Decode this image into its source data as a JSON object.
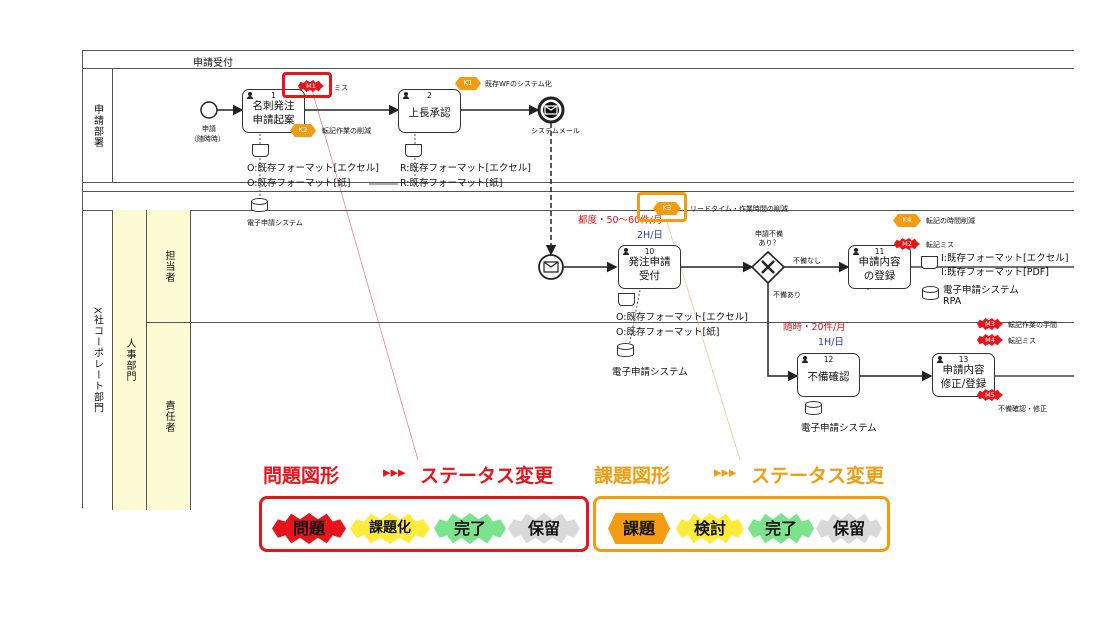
{
  "diagram": {
    "header_title": "申請受付",
    "lanes": {
      "applicant_dept": "申請部署",
      "company": "X社コーポレート部門",
      "hr_dept": "人事部門",
      "staff": "担当者",
      "manager": "責任者"
    },
    "start_event": {
      "label": "申請",
      "sublabel": "（随時時）"
    },
    "tasks": [
      {
        "num": "1",
        "line1": "名刺発注",
        "line2": "申請起案"
      },
      {
        "num": "2",
        "line1": "上長承認",
        "line2": ""
      },
      {
        "num": "10",
        "line1": "発注申請",
        "line2": "受付"
      },
      {
        "num": "11",
        "line1": "申請内容",
        "line2": "の登録"
      },
      {
        "num": "12",
        "line1": "不備確認",
        "line2": ""
      },
      {
        "num": "13",
        "line1": "申請内容",
        "line2": "修正/登録"
      }
    ],
    "message_event_label": "システムメール",
    "docs": {
      "t1_doc1": "O:既存フォーマット[エクセル]",
      "t1_doc2": "O:既存フォーマット[紙]",
      "t1_system": "電子申請システム",
      "t2_doc1": "R:既存フォーマット[エクセル]",
      "t2_doc2": "R:既存フォーマット[紙]",
      "t10_doc1": "O:既存フォーマット[エクセル]",
      "t10_doc2": "O:既存フォーマット[紙]",
      "t10_system": "電子申請システム",
      "t11_doc1": "I:既存フォーマット[エクセル]",
      "t11_doc2": "I:既存フォーマット[PDF]",
      "t11_system": "電子申請システム",
      "t11_rpa": "RPA",
      "t12_system": "電子申請システム"
    },
    "gateway": {
      "question": "申請不備あり？",
      "no": "不備なし",
      "yes": "不備あり"
    },
    "volumes": {
      "v10_freq": "都度・50～60件/月",
      "v10_time": "2H/日",
      "v12_freq": "随時・20件/月",
      "v12_time": "1H/日"
    },
    "badges": {
      "k1": "K1",
      "k1_note": "既存WFのシステム化",
      "k2": "K2",
      "k2_note": "転記作業の削減",
      "k3": "K3",
      "k3_note": "リードタイム・作業時間の削減",
      "k4": "K4",
      "k4_note": "転記の時間削減",
      "p_t1": "M1",
      "p_t1_note": "ミス",
      "p_t11": "M2",
      "p_t11_note": "転記ミス",
      "p_t13a": "M3",
      "p_t13a_note": "転記作業の手間",
      "p_t13b": "M4",
      "p_t13b_note": "転記ミス",
      "p_t13c": "M5",
      "p_t13c_note": "不備確認・修正"
    }
  },
  "legend": {
    "problem_title": "問題図形",
    "problem_arrows": "▸▸▸",
    "problem_status": "ステータス変更",
    "problem_items": [
      "問題",
      "課題化",
      "完了",
      "保留"
    ],
    "task_title": "課題図形",
    "task_arrows": "▸▸▸",
    "task_status": "ステータス変更",
    "task_items": [
      "課題",
      "検討",
      "完了",
      "保留"
    ]
  },
  "colors": {
    "red": "#e8141b",
    "orange": "#f39c12",
    "yellow": "#ffeb3b",
    "green": "#7be38c",
    "gray": "#d9d9d9",
    "lane_yellow": "#fdfbd3"
  }
}
